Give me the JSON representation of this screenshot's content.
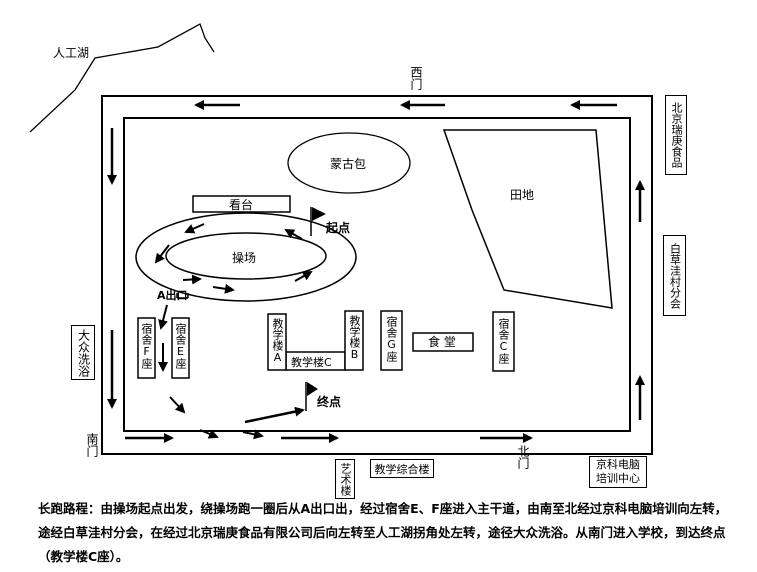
{
  "labels": {
    "lake": "人工湖",
    "west_gate": "西门",
    "south_gate": "南门",
    "north_gate": "北门",
    "mongolian_yurt": "蒙古包",
    "farmland": "田地",
    "stands": "看台",
    "playground": "操场",
    "start": "起点",
    "finish": "终点",
    "exit_a": "A出口",
    "dorm_f": "宿舍F座",
    "dorm_e": "宿舍E座",
    "teaching_a": "教学楼A",
    "teaching_b": "教学楼B",
    "teaching_c": "教学楼C",
    "dorm_g": "宿舍G座",
    "canteen": "食 堂",
    "dorm_c": "宿舍C座",
    "beijing_ruigeng": "北京瑞庚食品",
    "baicaowa": "白草洼村分会",
    "dazhong_bath": "大众洗浴",
    "art_building": "艺术楼",
    "integrated_building": "教学综合楼",
    "jingke_training": "京科电脑培训中心"
  },
  "route_description": "长跑路程：由操场起点出发，绕操场跑一圈后从A出口出，经过宿舍E、F座进入主干道，由南至北经过京科电脑培训向左转，途经白草洼村分会，在经过北京瑞庚食品有限公司后向左转至人工湖拐角处左转，途径大众洗浴。从南门进入学校，到达终点（教学楼C座）。",
  "colors": {
    "line": "#000000",
    "background": "#ffffff"
  }
}
